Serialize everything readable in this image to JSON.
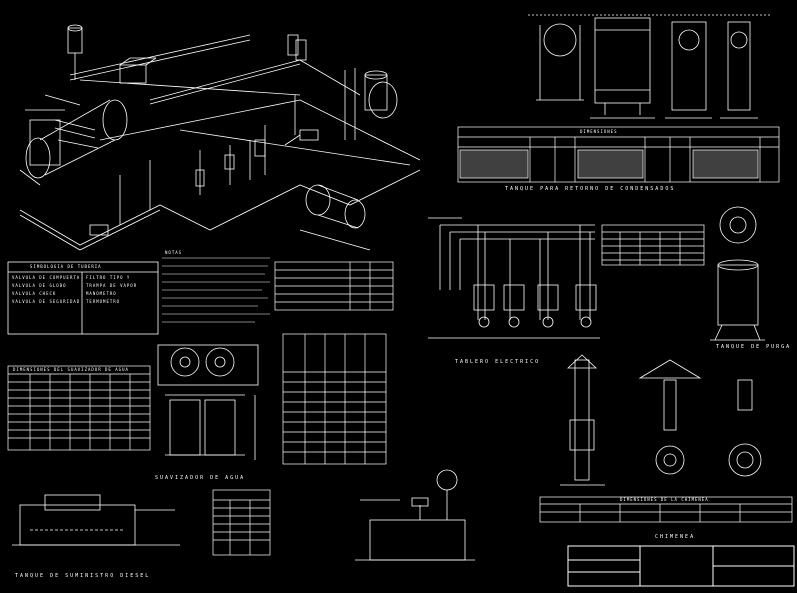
{
  "sheet": {
    "background": "#000000",
    "line_color": "#ffffff",
    "accent_colors": [
      "#ffffff",
      "#c8c8c8"
    ]
  },
  "titles": {
    "tanque_retorno": "TANQUE PARA RETORNO DE CONDENSADOS",
    "suavizador": "SUAVIZADOR DE AGUA",
    "tanque_diesel": "TANQUE DE SUMINISTRO DIESEL",
    "tablero": "TABLERO ELECTRICO",
    "tanque_purga": "TANQUE DE PURGA",
    "chimenea": "CHIMENEA",
    "simbologia": "SIMBOLOGIA DE TUBERIA",
    "notas": "NOTAS"
  },
  "tables": {
    "dimensiones_suavizador": "DIMENSIONES DEL SUAVIZADOR DE AGUA",
    "dimensiones_retorno": "DIMENSIONES",
    "dimensiones_chimenea": "DIMENSIONES DE LA CHIMENEA"
  },
  "symbols": [
    "VALVULA DE COMPUERTA",
    "VALVULA DE GLOBO",
    "VALVULA CHECK",
    "VALVULA DE SEGURIDAD",
    "FILTRO TIPO Y",
    "TRAMPA DE VAPOR",
    "MANOMETRO",
    "TERMOMETRO"
  ],
  "title_block": {
    "row1": "",
    "row2": "",
    "row3": ""
  }
}
